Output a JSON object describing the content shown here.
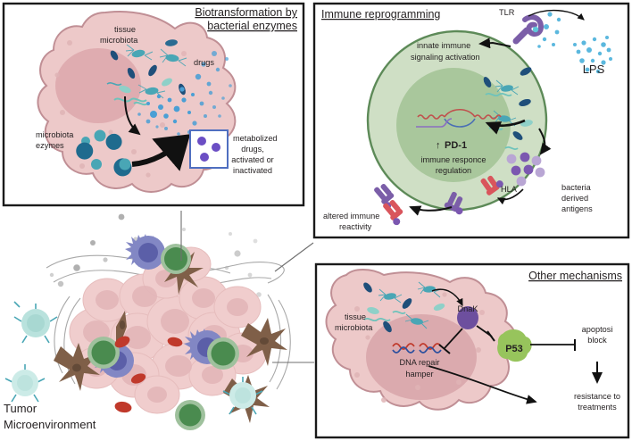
{
  "figure": {
    "background": "#ffffff",
    "border_color": "#1a1a1a"
  },
  "panels": {
    "biotransformation": {
      "title_line1": "Biotransformation by",
      "title_line2": "bacterial enzymes",
      "labels": {
        "tissue_microbiota_line1": "tissue",
        "tissue_microbiota_line2": "microbiota",
        "drugs": "drugs",
        "enzymes_line1": "microbiota",
        "enzymes_line2": "ezymes",
        "metabolized_line1": "metabolized",
        "metabolized_line2": "drugs,",
        "metabolized_line3": "activated or",
        "metabolized_line4": "inactivated"
      },
      "colors": {
        "cell_fill": "#edc9c9",
        "cell_stroke": "#c08f95",
        "nucleus_fill": "#dfacb0",
        "drug_dot": "#4a9fd5",
        "enzyme_dark": "#1f6b8e",
        "enzyme_light": "#49a6b5",
        "box_stroke": "#4f6fc0",
        "metabolite_dot": "#6b4ec4"
      }
    },
    "immune": {
      "title": "Immune reprogramming",
      "labels": {
        "tlr": "TLR",
        "lps": "LPS",
        "innate_line1": "innate immune",
        "innate_line2": "signaling activation",
        "pd1": "PD-1",
        "pd1_arrow": "↑",
        "regulation_line1": "immune responce",
        "regulation_line2": "regulation",
        "hla": "HLA",
        "antigens_line1": "bacteria",
        "antigens_line2": "derived",
        "antigens_line3": "antigens",
        "altered_line1": "altered immune",
        "altered_line2": "reactivity"
      },
      "colors": {
        "cell_fill": "#cfdfc5",
        "cell_stroke": "#5d8a58",
        "nucleus_fill": "#a9c79c",
        "tlr": "#7b5ea8",
        "lps_dot": "#5bb8de",
        "antigen_dark": "#7b57b0",
        "antigen_light": "#b9a6d4",
        "hla_red": "#d9555c",
        "dna_red": "#c0504d",
        "dna_blue": "#4a6fb5",
        "dna_purple": "#8a6fc0"
      }
    },
    "other": {
      "title": "Other mechanisms",
      "labels": {
        "tissue_microbiota_line1": "tissue",
        "tissue_microbiota_line2": "microbiota",
        "dnak": "DnaK",
        "p53": "P53",
        "dna_repair_line1": "DNA repair",
        "dna_repair_line2": "hamper",
        "apoptosis_line1": "apoptosi",
        "apoptosis_line2": "block",
        "resistance_line1": "resistance to",
        "resistance_line2": "treatments"
      },
      "colors": {
        "cell_fill": "#edc9c9",
        "cell_stroke": "#c08f95",
        "nucleus_fill": "#dbaaae",
        "dnak": "#6d4f9e",
        "p53": "#97c45c",
        "dna_red": "#c0392b",
        "dna_blue": "#2c4f9e"
      }
    },
    "tumor": {
      "label_line1": "Tumor",
      "label_line2": "Microenvironment",
      "colors": {
        "tumor_cell": "#f0cdcd",
        "tumor_nucleus": "#e3b6b9",
        "macrophage": "#7f5f48",
        "lymphocyte_blue": "#8287c4",
        "lymphocyte_blue_nucleus": "#5b5fa8",
        "green_cell": "#4a8b4f",
        "green_cell_ring": "#9fc19d",
        "rbc": "#c0392b",
        "virus": "#b9e2dd",
        "virus_spike": "#49a6b5",
        "stroma_line": "#9a9a9a",
        "gray_dot": "#b0b0b0"
      }
    }
  }
}
